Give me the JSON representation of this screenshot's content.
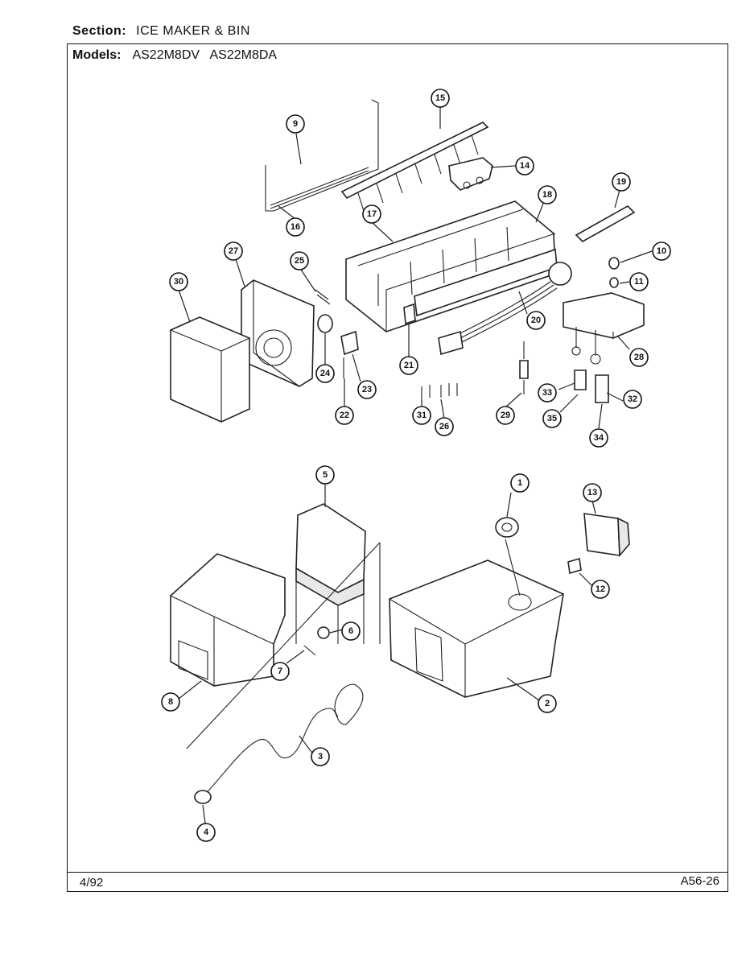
{
  "header": {
    "section_label": "Section:",
    "section_value": "ICE MAKER & BIN",
    "models_label": "Models:",
    "models_value": "AS22M8DV   AS22M8DA"
  },
  "footer": {
    "date": "4/92",
    "page_code": "A56-26"
  },
  "callouts": [
    "1",
    "2",
    "3",
    "4",
    "5",
    "6",
    "7",
    "8",
    "9",
    "10",
    "11",
    "12",
    "13",
    "14",
    "15",
    "16",
    "17",
    "18",
    "19",
    "20",
    "21",
    "22",
    "23",
    "24",
    "25",
    "26",
    "27",
    "28",
    "29",
    "30",
    "31",
    "32",
    "33",
    "34",
    "35"
  ]
}
